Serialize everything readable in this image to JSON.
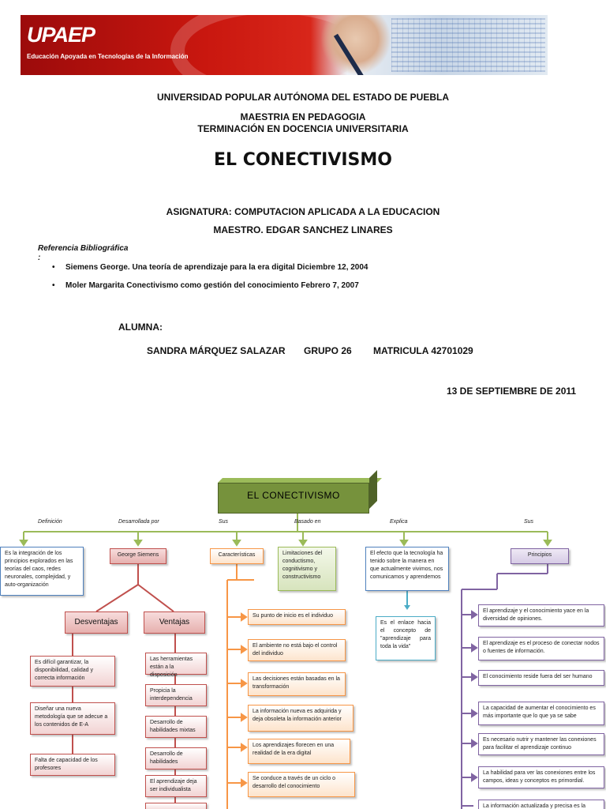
{
  "banner": {
    "logo": "UPAEP",
    "subtitle": "Educación Apoyada en Tecnologías de la Información"
  },
  "header": {
    "university": "UNIVERSIDAD POPULAR AUTÓNOMA DEL ESTADO DE PUEBLA",
    "program": "MAESTRIA EN PEDAGOGIA",
    "termination": "TERMINACIÓN EN DOCENCIA UNIVERSITARIA",
    "title": "EL CONECTIVISMO",
    "subject": "ASIGNATURA: COMPUTACION APLICADA A LA EDUCACION",
    "teacher": "MAESTRO. EDGAR SANCHEZ LINARES"
  },
  "references": {
    "label": "Referencia Bibliográfica",
    "colon": ":",
    "bullet": "•",
    "items": [
      "Siemens George. Una teoría de aprendizaje para la era digital Diciembre 12, 2004",
      "Moler Margarita Conectivismo como gestión del conocimiento  Febrero 7, 2007"
    ]
  },
  "student": {
    "label": "ALUMNA:",
    "name": "SANDRA  MÁRQUEZ SALAZAR",
    "group": "GRUPO 26",
    "matricula": "MATRICULA 42701029"
  },
  "date": "13 DE SEPTIEMBRE DE 2011",
  "concept_map": {
    "root": "EL CONECTIVISMO",
    "links": [
      "Definición",
      "Desarrollada por",
      "Sus",
      "Basado en",
      "Explica",
      "Sus"
    ],
    "definition": "Es la integración de los principios explorados en las teorías del caos, redes neuronales, complejidad, y auto-organización",
    "author": "George Siemens",
    "characteristics": "Características",
    "based_on": "Limitaciones del conductismo, cognitivismo y constructivismo",
    "explains": "El efecto que la tecnología ha tenido sobre la manera en que actualmente vivimos, nos comunicamos y aprendemos",
    "explains_child": "Es el enlace hacia el concepto de \"aprendizaje para toda la vida\"",
    "principles": "Principios",
    "disadvantages_label": "Desventajas",
    "advantages_label": "Ventajas",
    "disadvantages": [
      "Es difícil garantizar, la disponibilidad, calidad y correcta información",
      "Diseñar una nueva metodología que se adecue a los contenidos de E-A",
      "Falta de capacidad de los profesores"
    ],
    "advantages": [
      "Las herramientas están a la disposición",
      "Propicia la interdependencia",
      "Desarrollo de habilidades mixtas",
      "Desarrollo de habilidades",
      "El aprendizaje deja ser individualista"
    ],
    "characteristics_items": [
      "Su punto de inicio es el individuo",
      "El ambiente no está bajo el control del individuo",
      "Las decisiones están basadas en la transformación",
      "La información nueva es adquirida y deja obsoleta la información anterior",
      "Los aprendizajes florecen en una realidad de la era digital",
      "Se conduce a través de un ciclo o desarrollo del conocimiento"
    ],
    "principles_items": [
      "El aprendizaje y el conocimiento yace en la diversidad de opiniones.",
      "El aprendizaje es el proceso de conectar nodos o fuentes de información.",
      "El conocimiento reside fuera del ser humano",
      "La capacidad de aumentar el conocimiento es más importante que lo que ya se sabe",
      "Es necesario nutrir y mantener las conexiones para facilitar el aprendizaje continuo",
      "La habilidad para ver las conexiones entre los campos, ideas y conceptos es primordial.",
      "La información actualizada y precisa es la"
    ],
    "colors": {
      "root": "#76923c",
      "blue": "#4f81bd",
      "red": "#c0504d",
      "orange": "#f79646",
      "green": "#9bbb59",
      "teal": "#4bacc6",
      "purple": "#8064a2"
    }
  }
}
